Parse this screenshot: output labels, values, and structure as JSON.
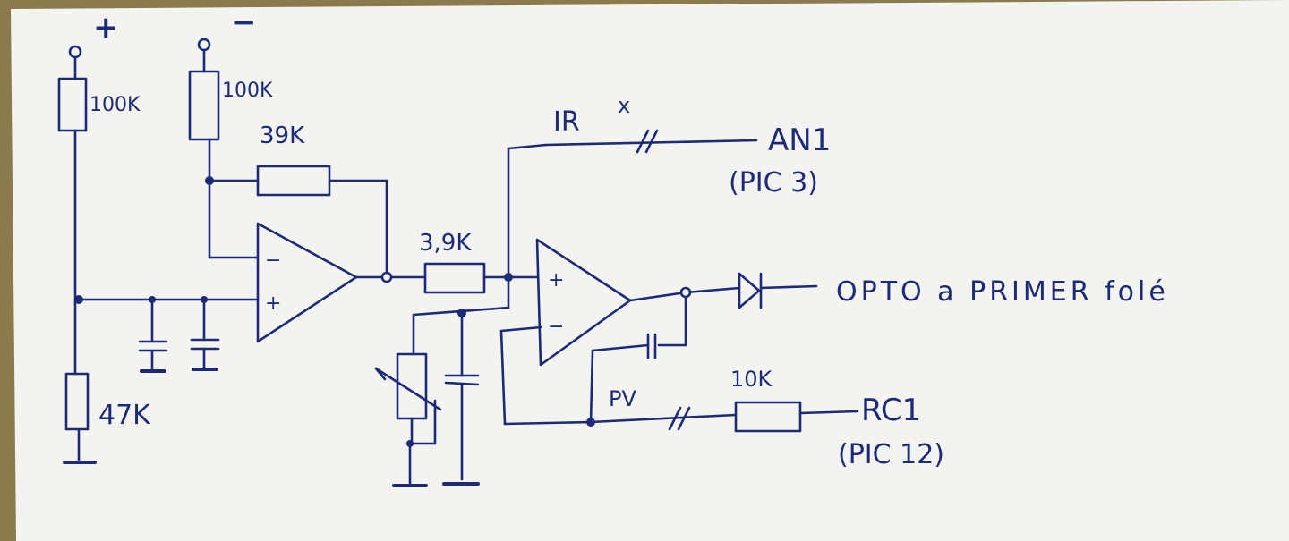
{
  "colors": {
    "ink": "#1d2a78",
    "paper": "#f3f3ef",
    "background": "#8b7a4e"
  },
  "terminals": {
    "plus": "+",
    "minus": "−"
  },
  "resistors": {
    "r_plus_top": "100K",
    "r_minus_top": "100K",
    "r_feedback": "39K",
    "r_bottom": "47K",
    "r_series": "3,9K",
    "r_output": "10K"
  },
  "opamps": {
    "first": {
      "minus_pin": "−",
      "plus_pin": "+"
    },
    "second": {
      "plus_pin": "+",
      "minus_pin": "−"
    }
  },
  "nets": {
    "ir": "IR",
    "ir_mark": "x",
    "pv": "PV"
  },
  "outputs": {
    "an1": "AN1",
    "an1_pin": "(PIC 3)",
    "opto": "OPTO a PRIMER folé",
    "rc1": "RC1",
    "rc1_pin": "(PIC 12)"
  }
}
